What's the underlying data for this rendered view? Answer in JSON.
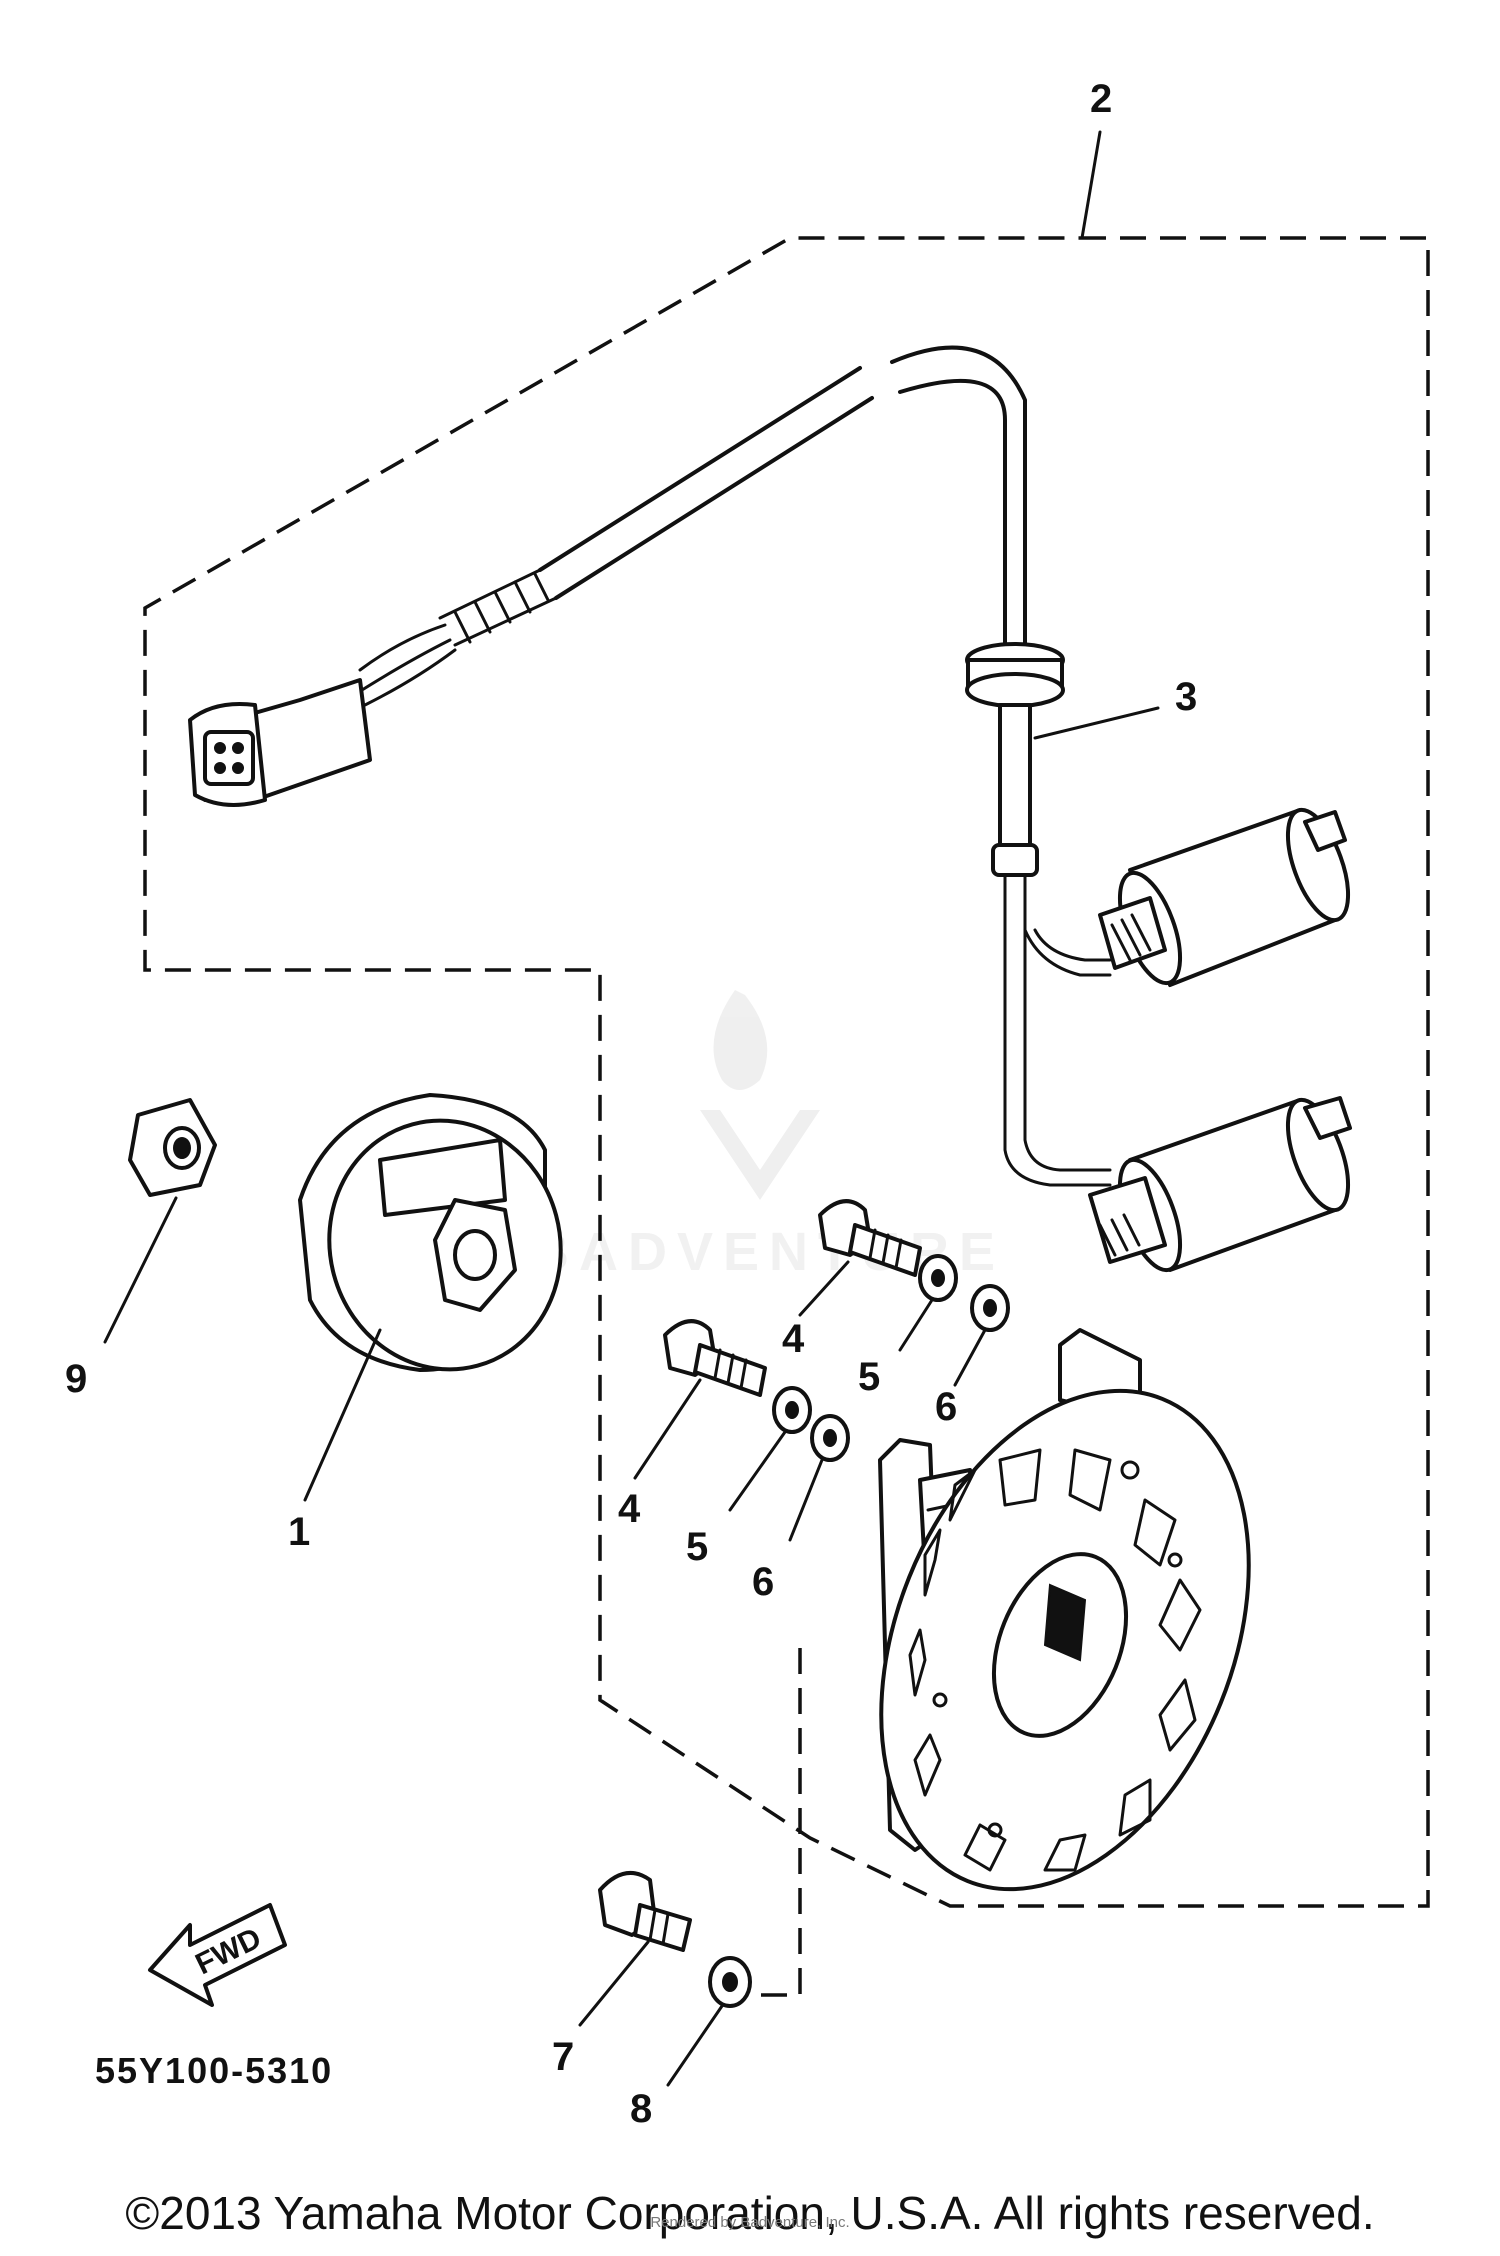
{
  "diagram_code": "55Y100-5310",
  "fwd_label": "FWD",
  "watermark": "BADVENTURE",
  "callouts": {
    "c1": "1",
    "c2": "2",
    "c3": "3",
    "c4a": "4",
    "c4b": "4",
    "c5a": "5",
    "c5b": "5",
    "c6a": "6",
    "c6b": "6",
    "c7": "7",
    "c8": "8",
    "c9": "9"
  },
  "copyright": "©2013 Yamaha Motor Corporation, U.S.A. All rights reserved.",
  "sub_credit": "Rendered by Badventure, Inc."
}
